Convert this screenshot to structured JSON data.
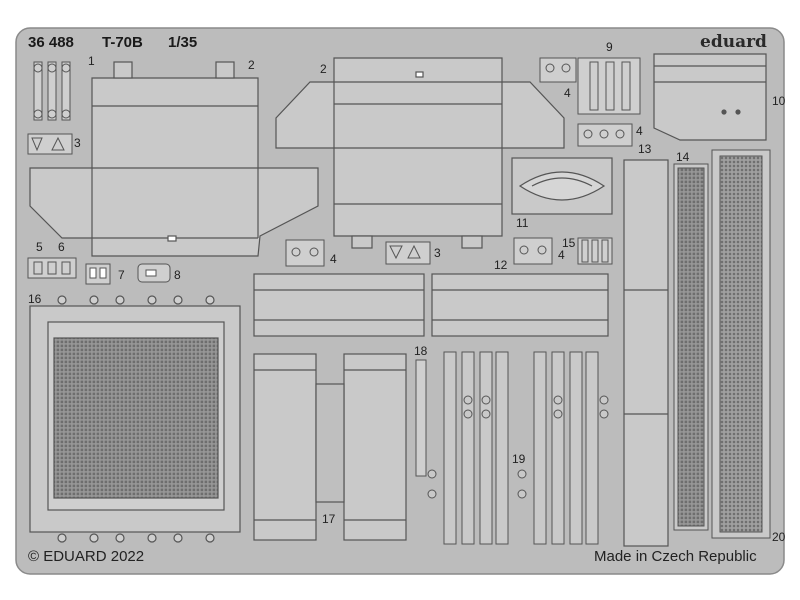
{
  "header": {
    "set_number": "36 488",
    "model_name": "T-70B",
    "scale": "1/35",
    "brand": "eduard"
  },
  "footer": {
    "copyright": "© EDUARD 2022",
    "origin": "Made in Czech Republic"
  },
  "part_numbers": {
    "p1": "1",
    "p2a": "2",
    "p2b": "2",
    "p3a": "3",
    "p3b": "3",
    "p4a": "4",
    "p4b": "4",
    "p4c": "4",
    "p4d": "4",
    "p5": "5",
    "p6": "6",
    "p7": "7",
    "p8": "8",
    "p9": "9",
    "p10": "10",
    "p11": "11",
    "p12": "12",
    "p13": "13",
    "p14": "14",
    "p15": "15",
    "p16": "16",
    "p17": "17",
    "p18": "18",
    "p19": "19",
    "p20": "20"
  },
  "colors": {
    "background": "#ffffff",
    "fret": "#bcbcbc",
    "part": "#c8c8c8",
    "outline": "#555555",
    "text": "#222222"
  }
}
